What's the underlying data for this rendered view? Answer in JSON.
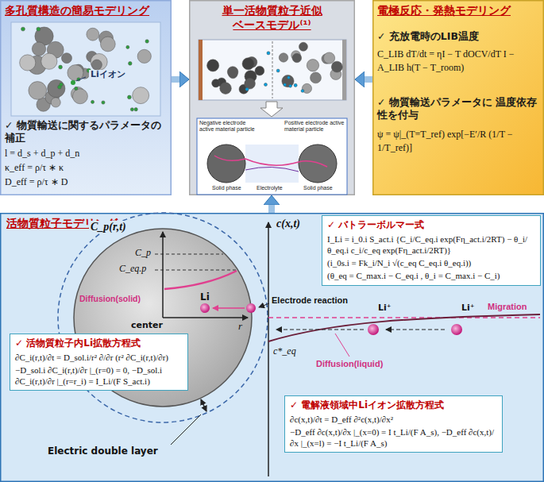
{
  "diagram": {
    "nodes": [
      {
        "text": [
          "多孔質構造の簡易モデリング",
          "✓ 物質輸送に関するパラメータの補正",
          "l = d_s + d_p + d_n",
          "κ_eff = ρ/τ ∗ κ",
          "D_eff = ρ/τ ∗ D"
        ]
      },
      {
        "text": [
          "単一活物質粒子近似 ベースモデル⁽¹⁾"
        ]
      },
      {
        "text": [
          "電極反応・発熱モデリング",
          "✓ 充放電時のLIB温度",
          "C_LIB dT/dt = ηI − T dOCV/dT I − A_LIB h(T − T_room)",
          "✓ 物質輸送パラメータに 温度依存性を付与",
          "ψ = ψ|_(T=T_ref) exp[−E′/R (1/T − 1/T_ref)]"
        ]
      },
      {
        "text": [
          "活物質粒子モデリング"
        ]
      },
      {
        "text": [
          "✓ バトラーボルマー式",
          "I_Li = i_0.i S_act.i {C_i/C_eq.i exp(Fη_act.i/2RT) − θ_i/θ_eq.i c_i/c_eq exp(Fη_act.i/2RT)}",
          "(i_0s.i = Fk_i/N_i √(c_eq C_eq.i θ_eq.i))",
          "(θ_eq = C_max.i − C_eq.i , θ_i = C_max.i − C_i)"
        ],
        "in": 3
      },
      {
        "text": [
          "✓ 活物質粒子内Li拡散方程式",
          "∂C_i(r,t)/∂t = D_sol.i/r² ∂/∂r (r² ∂C_i(r,t)/∂r)",
          "−D_sol.i ∂C_i(r,t)/∂r |_(r=0) = 0, −D_sol.i ∂C_i(r,t)/∂r |_(r=r_i) = I_Li/(F S_act.i)"
        ],
        "in": 3
      },
      {
        "text": [
          "✓ 電解液領域中Liイオン拡散方程式",
          "∂c(x,t)/∂t = D_eff ∂²c(x,t)/∂x²",
          "−D_eff ∂c(x,t)/∂x |_(x=0) = I t_Li/(F A_s), −D_eff ∂c(x,t)/∂x |_(x=l) = −I t_Li/(F A_s)"
        ],
        "in": 3
      }
    ],
    "edges": [
      {
        "from": 0,
        "to": 1,
        "arrow": "to"
      },
      {
        "from": 2,
        "to": 1,
        "arrow": "to"
      },
      {
        "from": 3,
        "to": 1,
        "arrow": "to"
      }
    ],
    "labels": [
      "Liイオン",
      "Negative electrode active material particle",
      "Positive electrode active material particle",
      "Solid phase",
      "Solid phase",
      "Electrolyte",
      "C_p(r,t)",
      "C_p",
      "C_eq.p",
      "Diffusion(solid)",
      "Li",
      "center",
      "r",
      "Electrode reaction",
      "c*_eq",
      "c(x,t)",
      "Migration",
      "Li⁺",
      "Li⁺",
      "Diffusion(liquid)",
      "Electric double layer"
    ]
  }
}
